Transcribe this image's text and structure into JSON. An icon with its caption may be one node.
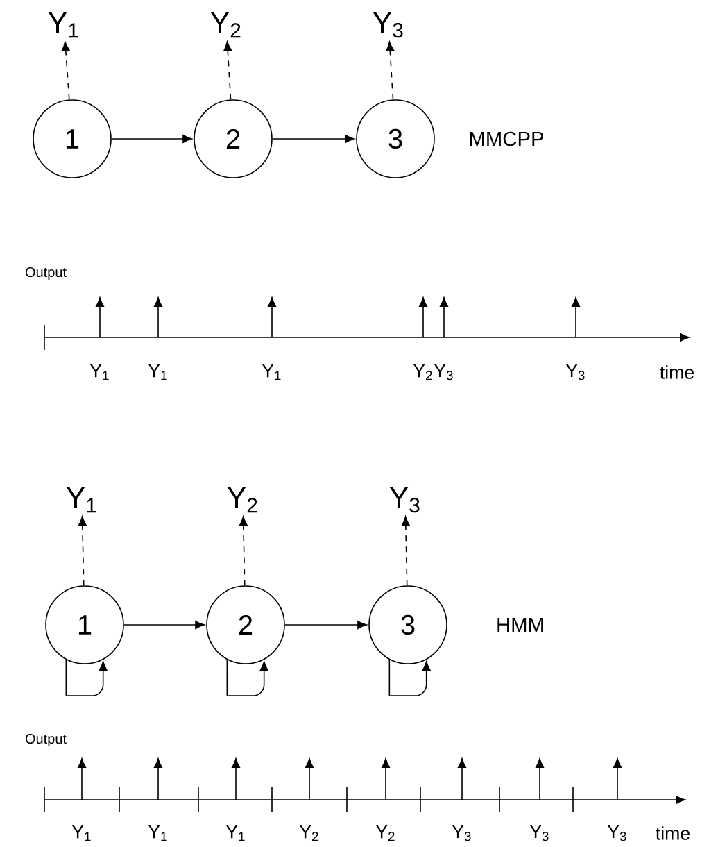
{
  "diagram": {
    "nodes": [
      {
        "text": [
          "Y$_{1}$"
        ]
      },
      {
        "text": [
          "Y$_{2}$"
        ]
      },
      {
        "text": [
          "Y$_{3}$"
        ]
      },
      {
        "text": [
          "1"
        ]
      },
      {
        "text": [
          "2"
        ]
      },
      {
        "text": [
          "3"
        ]
      },
      {
        "text": [
          "Y$_{1}$"
        ]
      },
      {
        "text": [
          "Y$_{2}$"
        ]
      },
      {
        "text": [
          "Y$_{3}$"
        ]
      },
      {
        "text": [
          "1"
        ]
      },
      {
        "text": [
          "2"
        ]
      },
      {
        "text": [
          "3"
        ]
      }
    ],
    "edges": [
      {
        "from": 3,
        "to": 0,
        "arrow": "to",
        "style": "dashed"
      },
      {
        "from": 4,
        "to": 1,
        "arrow": "to",
        "style": "dashed"
      },
      {
        "from": 5,
        "to": 2,
        "arrow": "to",
        "style": "dashed"
      },
      {
        "from": 3,
        "to": 4,
        "arrow": "to"
      },
      {
        "from": 4,
        "to": 5,
        "arrow": "to"
      },
      {
        "from": 9,
        "to": 6,
        "arrow": "to",
        "style": "dashed"
      },
      {
        "from": 10,
        "to": 7,
        "arrow": "to",
        "style": "dashed"
      },
      {
        "from": 11,
        "to": 8,
        "arrow": "to",
        "style": "dashed"
      },
      {
        "from": 9,
        "to": 10,
        "arrow": "to"
      },
      {
        "from": 10,
        "to": 11,
        "arrow": "to"
      },
      {
        "from": 9,
        "to": 9,
        "arrow": "to"
      },
      {
        "from": 10,
        "to": 10,
        "arrow": "to"
      },
      {
        "from": 11,
        "to": 11,
        "arrow": "to"
      }
    ],
    "labels": [
      "MMCPP",
      "Output",
      "Y$_{1}$",
      "Y$_{1}$",
      "Y$_{1}$",
      "Y$_{2}$",
      "Y$_{3}$",
      "Y$_{3}$",
      "time",
      "HMM",
      "Output",
      "Y$_{1}$",
      "Y$_{1}$",
      "Y$_{1}$",
      "Y$_{2}$",
      "Y$_{2}$",
      "Y$_{3}$",
      "Y$_{3}$",
      "Y$_{3}$",
      "time"
    ]
  }
}
